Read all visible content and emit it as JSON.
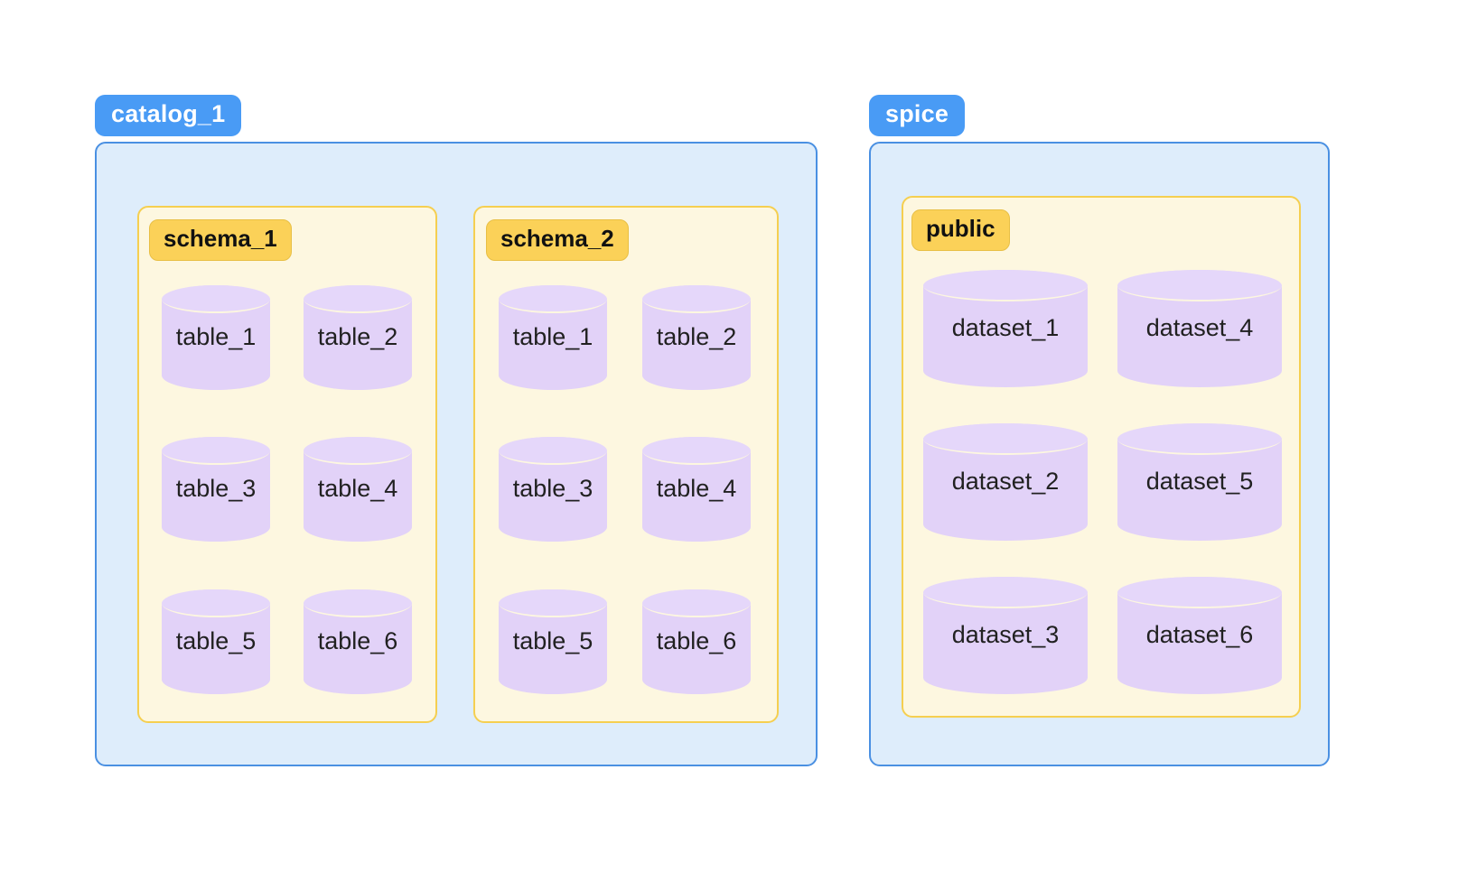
{
  "diagram": {
    "title": "catalog schema table hierarchy",
    "colors": {
      "catalog_badge_bg": "#499bf5",
      "catalog_badge_text": "#ffffff",
      "catalog_panel_bg": "#deedfb",
      "catalog_panel_border": "#4a90e2",
      "schema_badge_bg": "#fbd158",
      "schema_badge_text": "#111111",
      "schema_panel_bg": "#fdf7e0",
      "schema_panel_border": "#f5cf50",
      "cylinder_body": "#e2d2f8",
      "cylinder_top": "#e5d7fa",
      "cylinder_label": "#212121",
      "page_bg": "#ffffff"
    },
    "catalogs": [
      {
        "name": "catalog_1",
        "schemas": [
          {
            "name": "schema_1",
            "objects": [
              "table_1",
              "table_2",
              "table_3",
              "table_4",
              "table_5",
              "table_6"
            ]
          },
          {
            "name": "schema_2",
            "objects": [
              "table_1",
              "table_2",
              "table_3",
              "table_4",
              "table_5",
              "table_6"
            ]
          }
        ]
      },
      {
        "name": "spice",
        "schemas": [
          {
            "name": "public",
            "objects": [
              "dataset_1",
              "dataset_4",
              "dataset_2",
              "dataset_5",
              "dataset_3",
              "dataset_6"
            ]
          }
        ]
      }
    ]
  }
}
